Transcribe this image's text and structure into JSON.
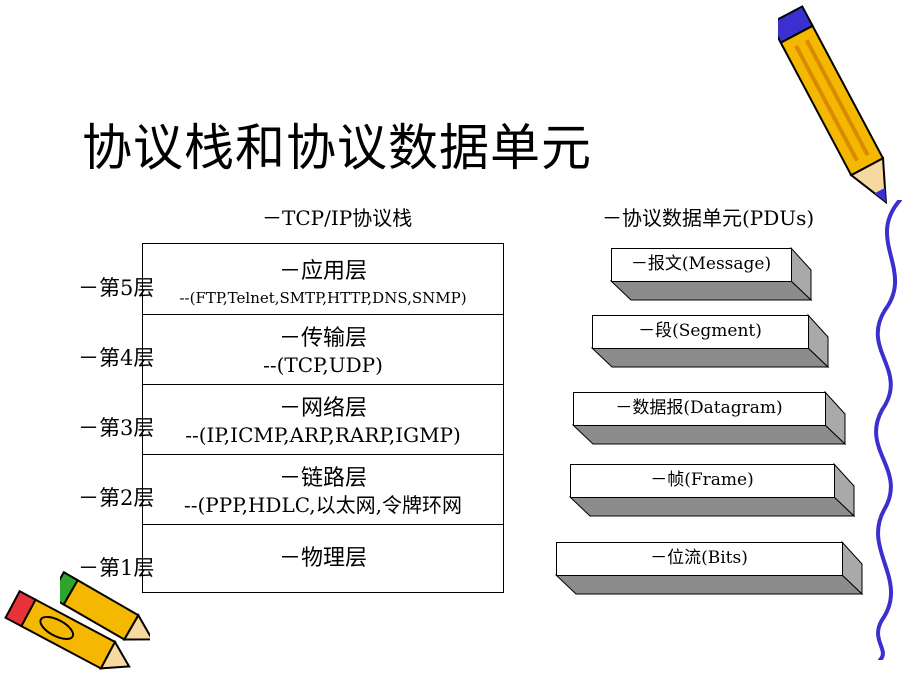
{
  "title": "协议栈和协议数据单元",
  "stack_heading": "－TCP/IP协议栈",
  "pdu_heading": "－协议数据单元(PDUs)",
  "layers": [
    {
      "label": "－第5层",
      "name": "－应用层",
      "protocols": "--(FTP,Telnet,SMTP,HTTP,DNS,SNMP)"
    },
    {
      "label": "－第4层",
      "name": "－传输层",
      "protocols": "--(TCP,UDP)"
    },
    {
      "label": "－第3层",
      "name": "－网络层",
      "protocols": "--(IP,ICMP,ARP,RARP,IGMP)"
    },
    {
      "label": "－第2层",
      "name": "－链路层",
      "protocols": "--(PPP,HDLC,以太网,令牌环网"
    },
    {
      "label": "－第1层",
      "name": "－物理层",
      "protocols": ""
    }
  ],
  "pdus": [
    {
      "label": "－报文(Message)"
    },
    {
      "label": "－段(Segment)"
    },
    {
      "label": "－数据报(Datagram)"
    },
    {
      "label": "－帧(Frame)"
    },
    {
      "label": "－位流(Bits)"
    }
  ],
  "colors": {
    "box_face": "#ffffff",
    "box_side": "#a9a9a9",
    "box_bottom": "#8c8c8c",
    "pencil_body": "#f5b800",
    "pencil_stripe": "#d88a00",
    "pencil_eraser": "#e8323a",
    "pencil_cap": "#3b2fd0",
    "wave": "#3b2fd0"
  },
  "icons": [
    "pencil-icon",
    "pencil-icon",
    "pencil-icon",
    "wavy-line"
  ]
}
